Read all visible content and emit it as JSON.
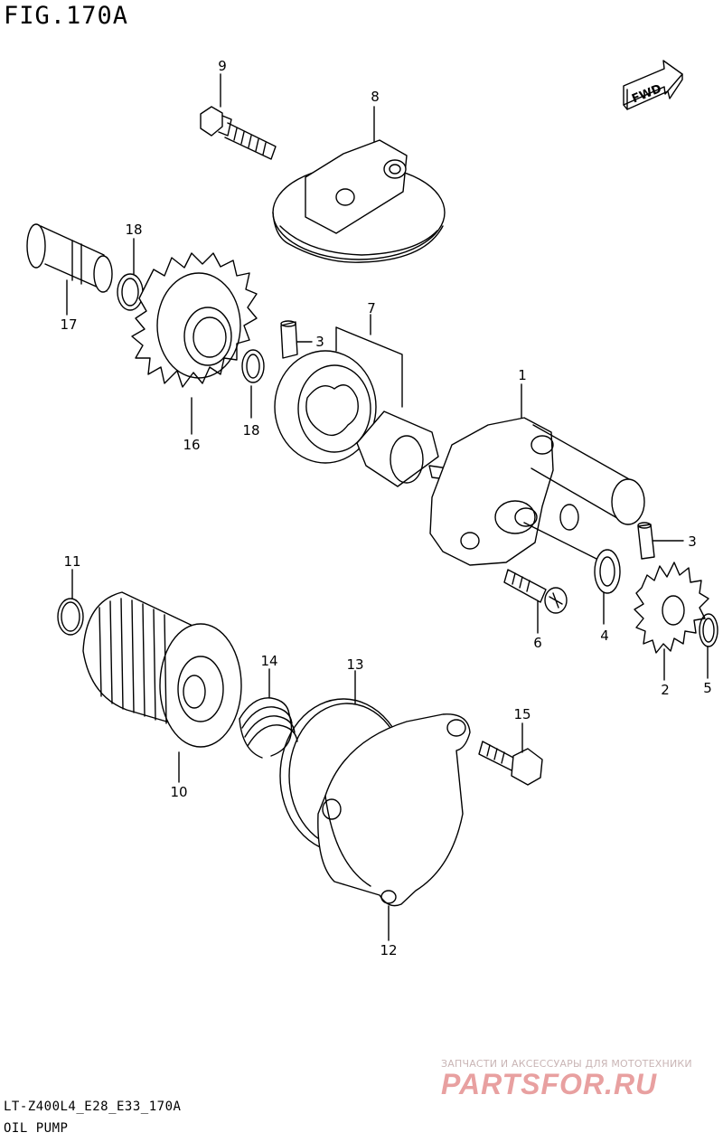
{
  "figure": {
    "title": "FIG.170A",
    "model_code": "LT-Z400L4_E28_E33_170A",
    "name": "OIL PUMP"
  },
  "fwd_label": "FWD",
  "watermark": {
    "subtitle": "ЗАПЧАСТИ И АКСЕССУАРЫ ДЛЯ МОТОТЕХНИКИ",
    "logo": "PARTSFOR.RU"
  },
  "callouts": [
    {
      "id": "c1",
      "text": "1"
    },
    {
      "id": "c2",
      "text": "2"
    },
    {
      "id": "c3a",
      "text": "3"
    },
    {
      "id": "c3b",
      "text": "3"
    },
    {
      "id": "c4",
      "text": "4"
    },
    {
      "id": "c5",
      "text": "5"
    },
    {
      "id": "c6",
      "text": "6"
    },
    {
      "id": "c7",
      "text": "7"
    },
    {
      "id": "c8",
      "text": "8"
    },
    {
      "id": "c9",
      "text": "9"
    },
    {
      "id": "c10",
      "text": "10"
    },
    {
      "id": "c11",
      "text": "11"
    },
    {
      "id": "c12",
      "text": "12"
    },
    {
      "id": "c13",
      "text": "13"
    },
    {
      "id": "c14",
      "text": "14"
    },
    {
      "id": "c15",
      "text": "15"
    },
    {
      "id": "c16",
      "text": "16"
    },
    {
      "id": "c17",
      "text": "17"
    },
    {
      "id": "c18a",
      "text": "18"
    },
    {
      "id": "c18b",
      "text": "18"
    }
  ]
}
